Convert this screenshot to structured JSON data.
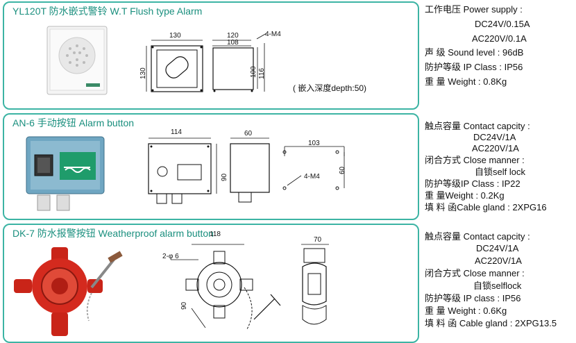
{
  "panel1": {
    "title": "YL120T 防水嵌式警铃  W.T Flush type  Alarm",
    "dims": {
      "w_front": "130",
      "h_front": "130",
      "w_side_outer": "120",
      "w_side_inner": "108",
      "h_side_inner": "100",
      "h_side_outer": "116",
      "holes": "4-M4"
    },
    "note": "( 嵌入深度depth:50)"
  },
  "panel2": {
    "title": "AN-6 手动按钮    Alarm button",
    "dims": {
      "w_front": "114",
      "h_front": "90",
      "w_side": "60",
      "hole_span": "103",
      "hole_h": "60",
      "holes": "4-M4"
    }
  },
  "panel3": {
    "title": "DK-7 防水报警按钮 Weatherproof alarm button",
    "dims": {
      "w_front": "118",
      "hole": "2-φ 6",
      "diag": "90",
      "w_side": "70"
    }
  },
  "specs1": [
    "工作电压 Power supply :",
    "DC24V/0.15A",
    "AC220V/0.1A",
    "声     级  Sound level : 96dB",
    "防护等级 IP Class : IP56",
    "重     量 Weight : 0.8Kg"
  ],
  "specs2": [
    "触点容量 Contact capcity :",
    "DC24V/1A",
    "AC220V/1A",
    "闭合方式 Close manner :",
    "自锁self lock",
    "防护等级IP Class : IP22",
    "重     量Weight : 0.2Kg",
    "填  料  函Cable gland : 2XPG16"
  ],
  "specs3": [
    "触点容量  Contact capcity :",
    "DC24V/1A",
    "AC220V/1A",
    "闭合方式 Close manner :",
    "自锁selflock",
    "防护等级  IP class : IP56",
    "重     量  Weight : 0.6Kg",
    "填  料  函  Cable gland : 2XPG13.5"
  ],
  "colors": {
    "border": "#3cb4a4",
    "title": "#1a8f7e",
    "device_red": "#d42a1e",
    "device_blue": "#4a8fb0",
    "label_green": "#1f9c6b"
  }
}
